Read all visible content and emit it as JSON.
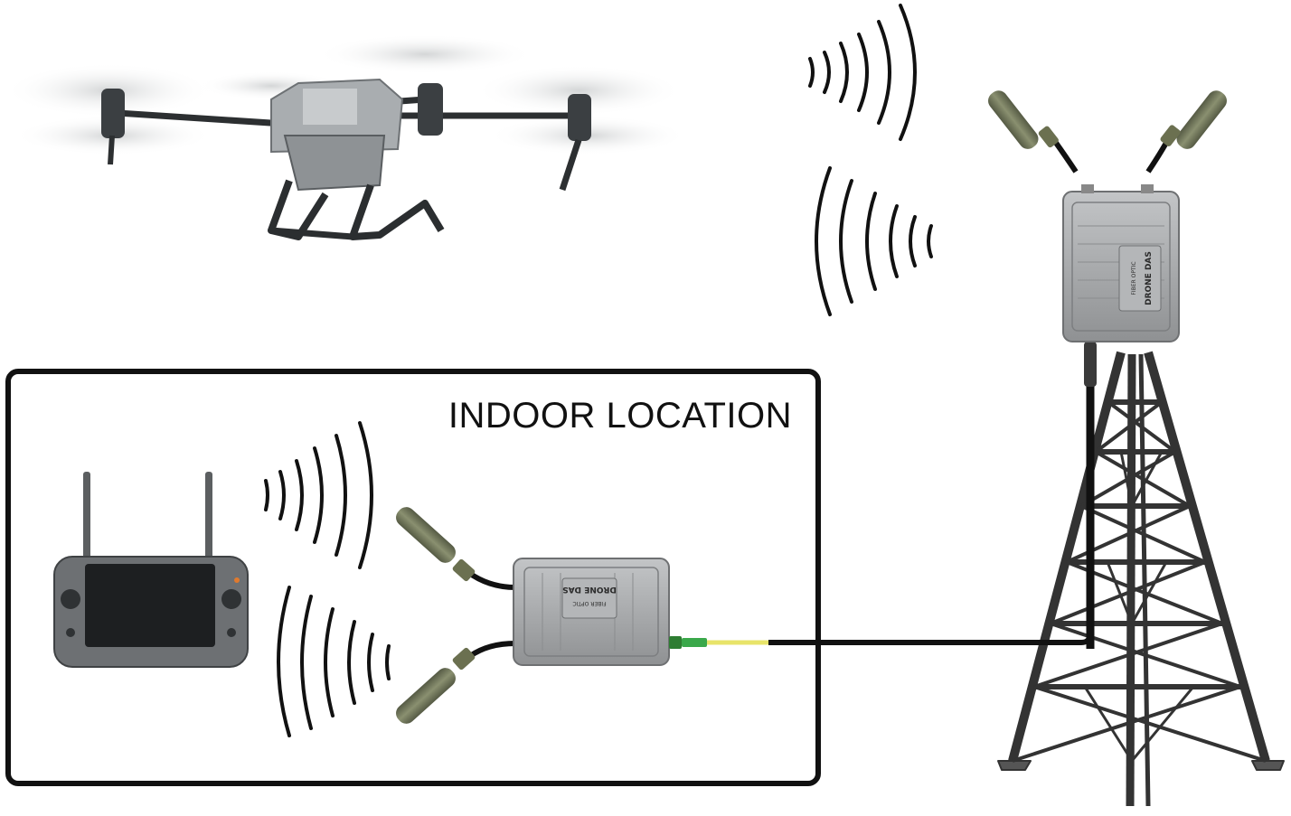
{
  "indoor_area": {
    "label": "INDOOR LOCATION"
  },
  "das_unit": {
    "brand_label": "FIBER OPTIC",
    "model_label": "DRONE DAS"
  },
  "colors": {
    "background": "#ffffff",
    "frame": "#111111",
    "das_body": "#a7a9ab",
    "antenna": "#6f7459",
    "fiber_jacket": "#e8e46a",
    "fiber_connector": "#3aa84a",
    "cable": "#111111",
    "tower": "#3a3a3a"
  },
  "icons": [
    "drone-icon",
    "remote-controller-icon",
    "radio-waves-icon",
    "antenna-icon",
    "das-unit-icon",
    "cell-tower-icon",
    "fiber-connector-icon"
  ]
}
